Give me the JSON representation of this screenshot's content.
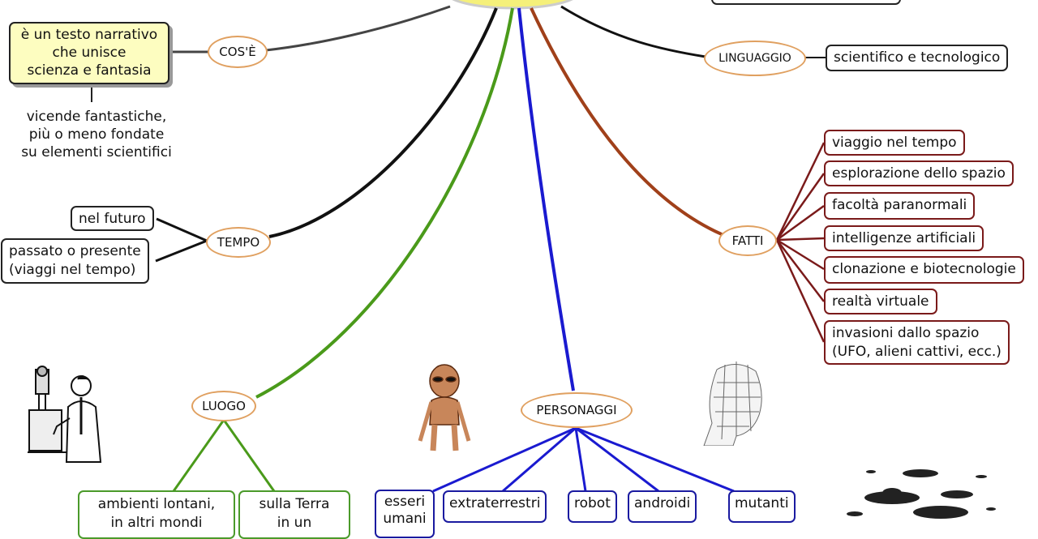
{
  "concepts": {
    "cose": "COS'È",
    "linguaggio": "LINGUAGGIO",
    "tempo": "TEMPO",
    "fatti": "FATTI",
    "luogo": "LUOGO",
    "personaggi": "PERSONAGGI"
  },
  "definition": {
    "line1": "è un testo narrativo",
    "line2": "che unisce",
    "line3": "scienza e fantasia"
  },
  "definition_note": {
    "line1": "vicende fantastiche,",
    "line2": "più o meno fondate",
    "line3": "su elementi scientifici"
  },
  "linguaggio_items": [
    "scientifico e tecnologico"
  ],
  "tempo_items": {
    "futuro": "nel futuro",
    "passato_line1": "passato o presente",
    "passato_line2": "(viaggi nel tempo)"
  },
  "fatti_items": [
    "viaggio nel tempo",
    "esplorazione dello spazio",
    "facoltà paranormali",
    "intelligenze artificiali",
    "clonazione e biotecnologie",
    "realtà virtuale",
    "invasioni dallo spazio",
    "(UFO, alieni cattivi, ecc.)"
  ],
  "luogo_items": {
    "lontani_line1": "ambienti lontani,",
    "lontani_line2": "in altri mondi",
    "terra_line1": "sulla Terra",
    "terra_line2": "in un"
  },
  "personaggi_items": {
    "umani_line1": "esseri",
    "umani_line2": "umani",
    "extraterrestri": "extraterrestri",
    "robot": "robot",
    "androidi": "androidi",
    "mutanti": "mutanti"
  },
  "colors": {
    "link_dark": "#1a1a1a",
    "link_gray": "#444444",
    "link_green": "#4a9a1a",
    "link_blue": "#1a1ad0",
    "link_brown": "#a0401a",
    "link_red": "#7a1a1a",
    "node_oval_border": "#e0a060",
    "definition_bg": "#fdfdc0",
    "central_node": "#f5f07a"
  },
  "illustrations": [
    "scientist-microscope",
    "alien",
    "android-head",
    "flying-saucers"
  ]
}
